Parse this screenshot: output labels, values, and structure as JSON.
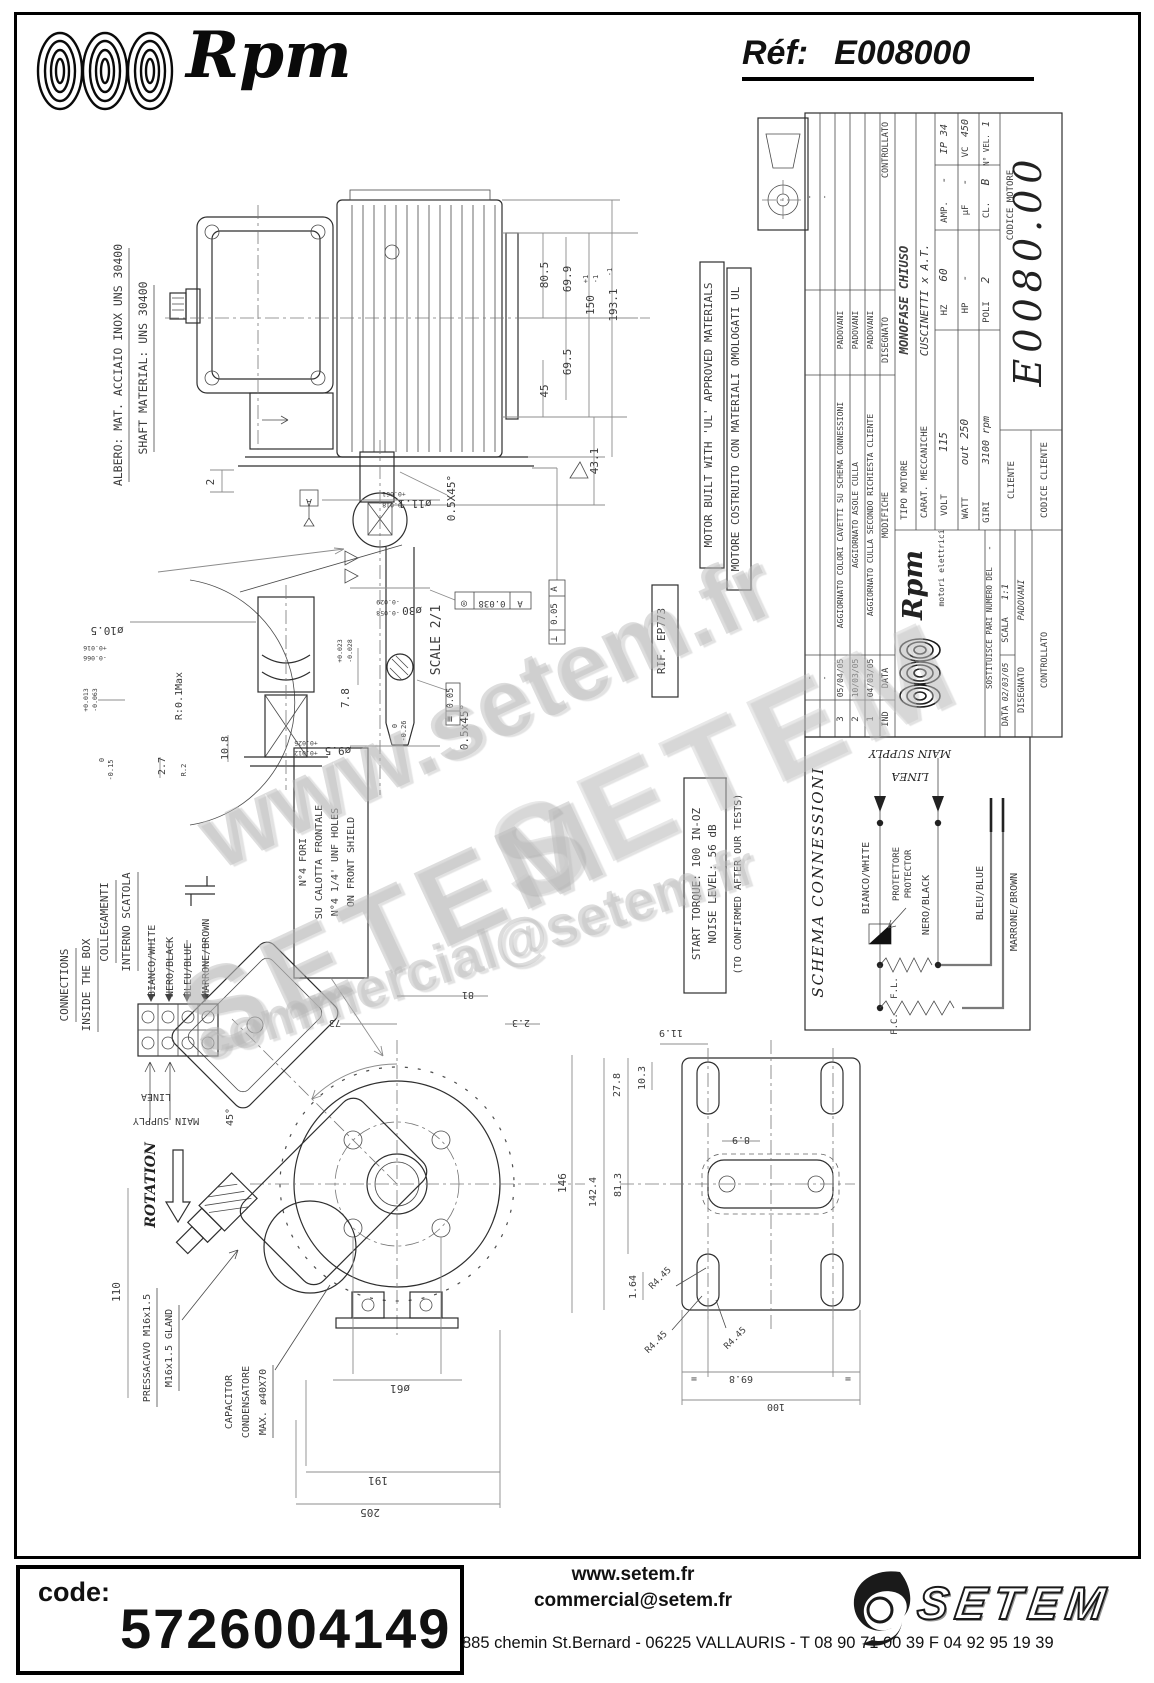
{
  "header": {
    "brand": "Rpm",
    "ref_label": "Réf:",
    "ref_value": "E008000"
  },
  "materials": {
    "line1": "ALBERO: MAT. ACCIAIO INOX UNS 30400",
    "line2": "SHAFT MATERIAL: UNS 30400"
  },
  "side_view": {
    "d80_5": "80.5",
    "d69_9": "69.9",
    "d69_5": "69.5",
    "d45": "45",
    "d150": "150",
    "d150_tp": "+1",
    "d150_tm": "-1",
    "d193_1": "193.1",
    "d193_tm": "-1",
    "d43_1": "43.1",
    "d2": "2",
    "chamfer": "0.5X45°",
    "d11_1": "ø11.1",
    "d11_tp": "+0.061",
    "d11_tm": "-0.018",
    "datum": "A",
    "sym_conc": "◎",
    "conc": "0.038",
    "sym_perp": "⊥",
    "perp": "0.05",
    "d30": "ø30",
    "d30_t1": "-0.029",
    "d30_t2": "-0.058",
    "d7_8": "7.8",
    "d78_tp": "+0.023",
    "d78_tm": "-0.028",
    "sym_par": "≡",
    "par": "0.05",
    "d9_5": "ø9.5",
    "d95_tp": "+0.025",
    "d95_tm": "+0.012"
  },
  "detail_view": {
    "scale_label": "SCALE 2/1",
    "d10_5": "ø10.5",
    "t10_p": "+0.016",
    "t10_m": "-0.066",
    "r01": "R:0.1Max",
    "z0": "0",
    "zm026": "-0.26",
    "d10_8": "10.8",
    "cham": "0.5x45°",
    "d2_7": "2.7",
    "r2": "R.2",
    "z0b": "0",
    "zm015": "-0.15",
    "tp013": "+0.013",
    "tm063": "-0.063"
  },
  "notes": {
    "ul_en": "MOTOR BUILT WITH 'UL' APPROVED MATERIALS",
    "ul_it": "MOTORE COSTRUITO CON MATERIALI OMOLOGATI UL",
    "rif": "RIF. EP773",
    "torque": "START TORQUE: 100 IN-OZ",
    "noise": "NOISE LEVEL: 56 dB",
    "confirm": "(TO CONFIRMED AFTER OUR TESTS)",
    "holes_it1": "N°4 FORI",
    "holes_it2": "SU CALOTTA FRONTALE",
    "holes_en1": "N°4 1/4' UNF HOLES",
    "holes_en2": "ON FRONT SHIELD"
  },
  "connections_box": {
    "title_it1": "COLLEGAMENTI",
    "title_it2": "INTERNO SCATOLA",
    "title_en1": "CONNECTIONS",
    "title_en2": "INSIDE THE BOX",
    "wires": [
      "BIANCO/WHITE",
      "NERO/BLACK",
      "BLEU/BLUE",
      "MARRONE/BROWN"
    ],
    "supply_it": "LINEA",
    "supply_en": "MAIN SUPPLY"
  },
  "front_view": {
    "rotation": "ROTATION",
    "angle": "45°",
    "d110": "110",
    "d191": "191",
    "d205": "205",
    "d61": "ø61",
    "d146": "146",
    "d81": "81",
    "d73": "73",
    "d2_3": "2.3",
    "gland1": "PRESSACAVO M16x1.5",
    "gland2": "M16x1.5 GLAND",
    "cap1": "CAPACITOR",
    "cap2": "CONDENSATORE",
    "cap3": "MAX. ø40X70"
  },
  "base_plate": {
    "d11_9": "11.9",
    "d27_8": "27.8",
    "d10_3": "10.3",
    "d8_9": "8.9",
    "d142_4": "142.4",
    "d81_3": "81.3",
    "d1_64": "1.64",
    "r445": "R4.45",
    "d69_8": "69.8",
    "d100": "100",
    "eq": "="
  },
  "schema": {
    "title": "SCHEMA CONNESSIONI",
    "supply_en": "MAIN SUPPLY",
    "supply_it": "LINEA",
    "wire_white": "BIANCO/WHITE",
    "wire_black": "NERO/BLACK",
    "wire_blue": "BLEU/BLUE",
    "wire_brown": "MARRONE/BROWN",
    "protector_it": "PROTETTORE",
    "protector_en": "PROTECTOR",
    "fl": "F.L.",
    "fc": "F.C."
  },
  "title_block": {
    "tipo_label": "TIPO MOTORE",
    "tipo_value": "MONOFASE CHIUSO",
    "carat_label": "CARAT. MECCANICHE",
    "carat_value": "CUSCINETTI x A.T.",
    "volt_label": "VOLT",
    "volt": "115",
    "watt_label": "WATT",
    "watt": "out 250",
    "giri_label": "GIRI",
    "giri": "3100 rpm",
    "hz_label": "HZ",
    "hz": "60",
    "hp_label": "HP",
    "hp": "-",
    "poli_label": "POLI",
    "poli": "2",
    "amp_label": "AMP.",
    "amp": "-",
    "uf_label": "µF",
    "uf": "-",
    "cl_label": "CL.",
    "cl": "B",
    "ip": "IP 34",
    "vc_label": "VC",
    "vc": "450",
    "nvel_label": "N° VEL.",
    "nvel": "1",
    "codice_motore_label": "CODICE MOTORE",
    "codice_motore": "E0080.00",
    "cliente_label": "CLIENTE",
    "codice_cliente_label": "CODICE CLIENTE",
    "brand": "Rpm",
    "brand_sub": "motori elettrici",
    "sost_label": "SOSTITUISCE PARI NUMERO DEL",
    "sost_value": "-",
    "data_label": "DATA",
    "data_value": "02/03/05",
    "scala_label": "SCALA",
    "scala_value": "1:1",
    "disegnato_label": "DISEGNATO",
    "disegnato_value": "PADOVANI",
    "controllato_label": "CONTROLLATO",
    "modifiche_label": "MODIFICHE",
    "ind_label": "IND",
    "data_col_label": "DATA",
    "dash": "-",
    "revisions": [
      {
        "ind": "3",
        "date": "05/04/05",
        "text": "AGGIORNATO COLORI CAVETTI SU SCHEMA CONNESSIONI",
        "by": "PADOVANI"
      },
      {
        "ind": "2",
        "date": "10/03/05",
        "text": "AGGIORNATO ASOLE CULLA",
        "by": "PADOVANI"
      },
      {
        "ind": "1",
        "date": "04/03/05",
        "text": "AGGIORNATO CULLA SECONDO RICHIESTA CLIENTE",
        "by": "PADOVANI"
      }
    ]
  },
  "watermark": {
    "w1": "www.setem.fr",
    "w2": "SETEM",
    "w3": "commercial@setem.fr"
  },
  "footer": {
    "code_label": "code:",
    "code_value": "5726004149",
    "website": "www.setem.fr",
    "email": "commercial@setem.fr",
    "address": "885 chemin St.Bernard  -  06225 VALLAURIS  -  T 08 90 71 00 39   F 04 92 95 19 39",
    "brand": "SETEM"
  }
}
